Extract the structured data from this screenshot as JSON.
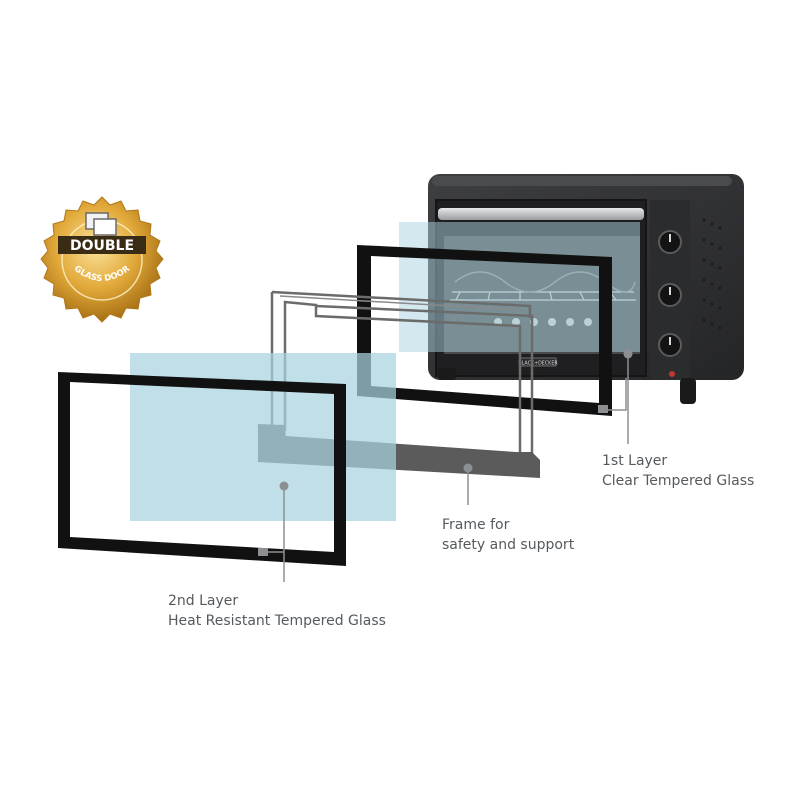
{
  "badge": {
    "title": "DOUBLE",
    "subtitle": "GLASS DOOR",
    "icon": "double-window-icon",
    "colors": {
      "gold_light": "#f4c860",
      "gold_dark": "#b07818",
      "ribbon": "#3a2b14"
    }
  },
  "oven": {
    "brand": "BLACK+DECKER",
    "colors": {
      "body": "#2f3032",
      "body_light": "#46474a",
      "knob": "#1c1c1d",
      "handle": "#c9cbcd"
    }
  },
  "layers": {
    "glass_color": "#a9d3e0",
    "frame_color": "#111111",
    "support_color": "#5b5b5b"
  },
  "callouts": {
    "first_layer": {
      "line1": "1st Layer",
      "line2": "Clear Tempered Glass"
    },
    "frame": {
      "line1": "Frame for",
      "line2": "safety and support"
    },
    "second_layer": {
      "line1": "2nd Layer",
      "line2": "Heat Resistant Tempered Glass"
    }
  }
}
